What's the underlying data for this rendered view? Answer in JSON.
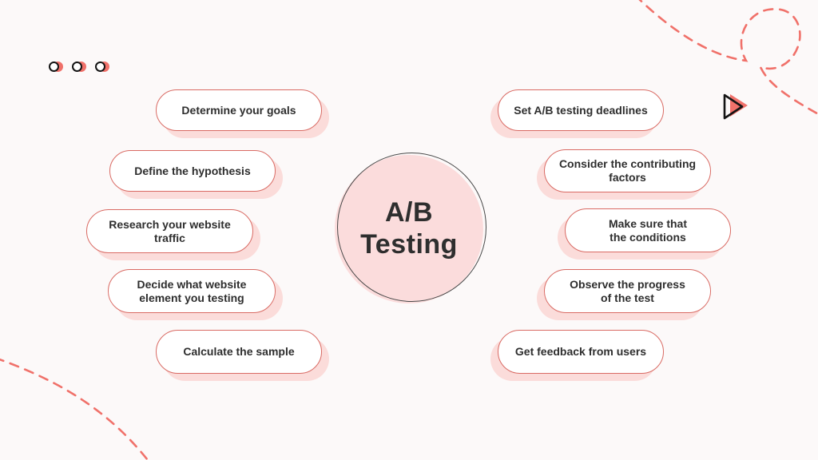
{
  "colors": {
    "bg": "#fcf9f9",
    "accent": "#f0716a",
    "pill-border": "#d96a63",
    "pill-shadow": "#fbdcda",
    "circle-fill": "#fbdcdc",
    "circle-outline": "#4a4a4a",
    "text": "#2e2e2e",
    "dot-ring": "#141414"
  },
  "center": {
    "line1": "A/B",
    "line2": "Testing"
  },
  "pills": {
    "left": [
      {
        "lines": [
          "Determine your goals"
        ]
      },
      {
        "lines": [
          "Define the hypothesis"
        ]
      },
      {
        "lines": [
          "Research your website",
          "traffic"
        ]
      },
      {
        "lines": [
          "Decide what website",
          "element you testing"
        ]
      },
      {
        "lines": [
          "Calculate the sample"
        ]
      }
    ],
    "right": [
      {
        "lines": [
          "Set A/B testing deadlines"
        ]
      },
      {
        "lines": [
          "Consider the contributing",
          "factors"
        ]
      },
      {
        "lines": [
          "Make sure that",
          "the conditions"
        ]
      },
      {
        "lines": [
          "Observe the progress",
          "of the test"
        ]
      },
      {
        "lines": [
          "Get feedback from users"
        ]
      }
    ]
  },
  "icons": {
    "dots": "three-ring-dots",
    "play": "play-triangle",
    "squiggle_top_right": "dashed-loop-curve",
    "arc_bottom_left": "dashed-arc"
  }
}
